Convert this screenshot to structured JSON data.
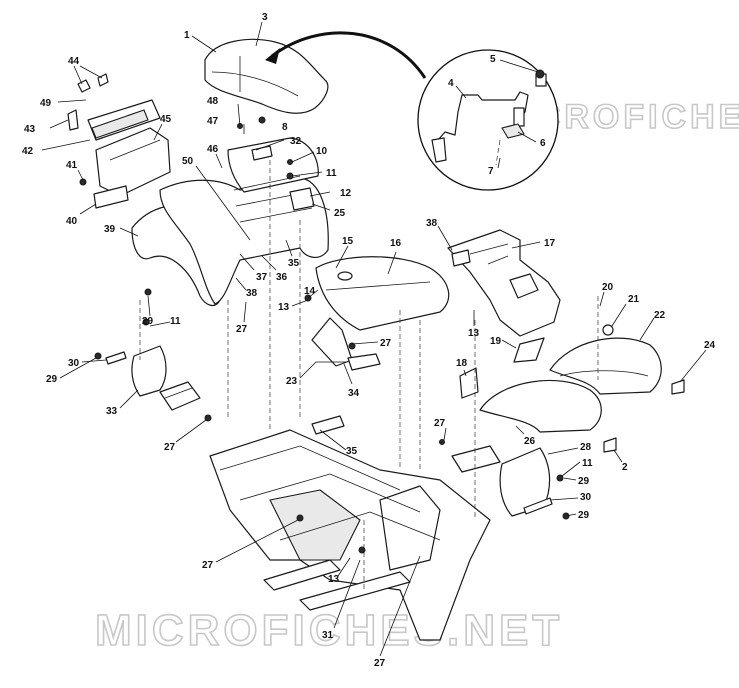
{
  "watermark": "MICROFICHES.NET",
  "callouts": [
    {
      "id": "c3",
      "text": "3"
    },
    {
      "id": "c1",
      "text": "1"
    },
    {
      "id": "c44",
      "text": "44"
    },
    {
      "id": "c49",
      "text": "49"
    },
    {
      "id": "c43",
      "text": "43"
    },
    {
      "id": "c42",
      "text": "42"
    },
    {
      "id": "c45",
      "text": "45"
    },
    {
      "id": "c41",
      "text": "41"
    },
    {
      "id": "c40",
      "text": "40"
    },
    {
      "id": "c48",
      "text": "48"
    },
    {
      "id": "c47",
      "text": "47"
    },
    {
      "id": "c8",
      "text": "8"
    },
    {
      "id": "c46",
      "text": "46"
    },
    {
      "id": "c50",
      "text": "50"
    },
    {
      "id": "c32",
      "text": "32"
    },
    {
      "id": "c10",
      "text": "10"
    },
    {
      "id": "c11a",
      "text": "11"
    },
    {
      "id": "c12",
      "text": "12"
    },
    {
      "id": "c25",
      "text": "25"
    },
    {
      "id": "c39",
      "text": "39"
    },
    {
      "id": "c37",
      "text": "37"
    },
    {
      "id": "c36",
      "text": "36"
    },
    {
      "id": "c35a",
      "text": "35"
    },
    {
      "id": "c38a",
      "text": "38"
    },
    {
      "id": "c27a",
      "text": "27"
    },
    {
      "id": "c29a",
      "text": "29"
    },
    {
      "id": "c11b",
      "text": "11"
    },
    {
      "id": "c29b",
      "text": "29"
    },
    {
      "id": "c30a",
      "text": "30"
    },
    {
      "id": "c33",
      "text": "33"
    },
    {
      "id": "c27b",
      "text": "27"
    },
    {
      "id": "c5",
      "text": "5"
    },
    {
      "id": "c4",
      "text": "4"
    },
    {
      "id": "c6",
      "text": "6"
    },
    {
      "id": "c7",
      "text": "7"
    },
    {
      "id": "c38b",
      "text": "38"
    },
    {
      "id": "c17",
      "text": "17"
    },
    {
      "id": "c15",
      "text": "15"
    },
    {
      "id": "c16",
      "text": "16"
    },
    {
      "id": "c14",
      "text": "14"
    },
    {
      "id": "c13a",
      "text": "13"
    },
    {
      "id": "c13b",
      "text": "13"
    },
    {
      "id": "c27c",
      "text": "27"
    },
    {
      "id": "c23",
      "text": "23"
    },
    {
      "id": "c34",
      "text": "34"
    },
    {
      "id": "c35b",
      "text": "35"
    },
    {
      "id": "c20",
      "text": "20"
    },
    {
      "id": "c21",
      "text": "21"
    },
    {
      "id": "c22",
      "text": "22"
    },
    {
      "id": "c24",
      "text": "24"
    },
    {
      "id": "c19",
      "text": "19"
    },
    {
      "id": "c18",
      "text": "18"
    },
    {
      "id": "c27d",
      "text": "27"
    },
    {
      "id": "c26",
      "text": "26"
    },
    {
      "id": "c2",
      "text": "2"
    },
    {
      "id": "c28",
      "text": "28"
    },
    {
      "id": "c11c",
      "text": "11"
    },
    {
      "id": "c29c",
      "text": "29"
    },
    {
      "id": "c30b",
      "text": "30"
    },
    {
      "id": "c29d",
      "text": "29"
    },
    {
      "id": "c27e",
      "text": "27"
    },
    {
      "id": "c13c",
      "text": "13"
    },
    {
      "id": "c31",
      "text": "31"
    },
    {
      "id": "c27f",
      "text": "27"
    }
  ]
}
